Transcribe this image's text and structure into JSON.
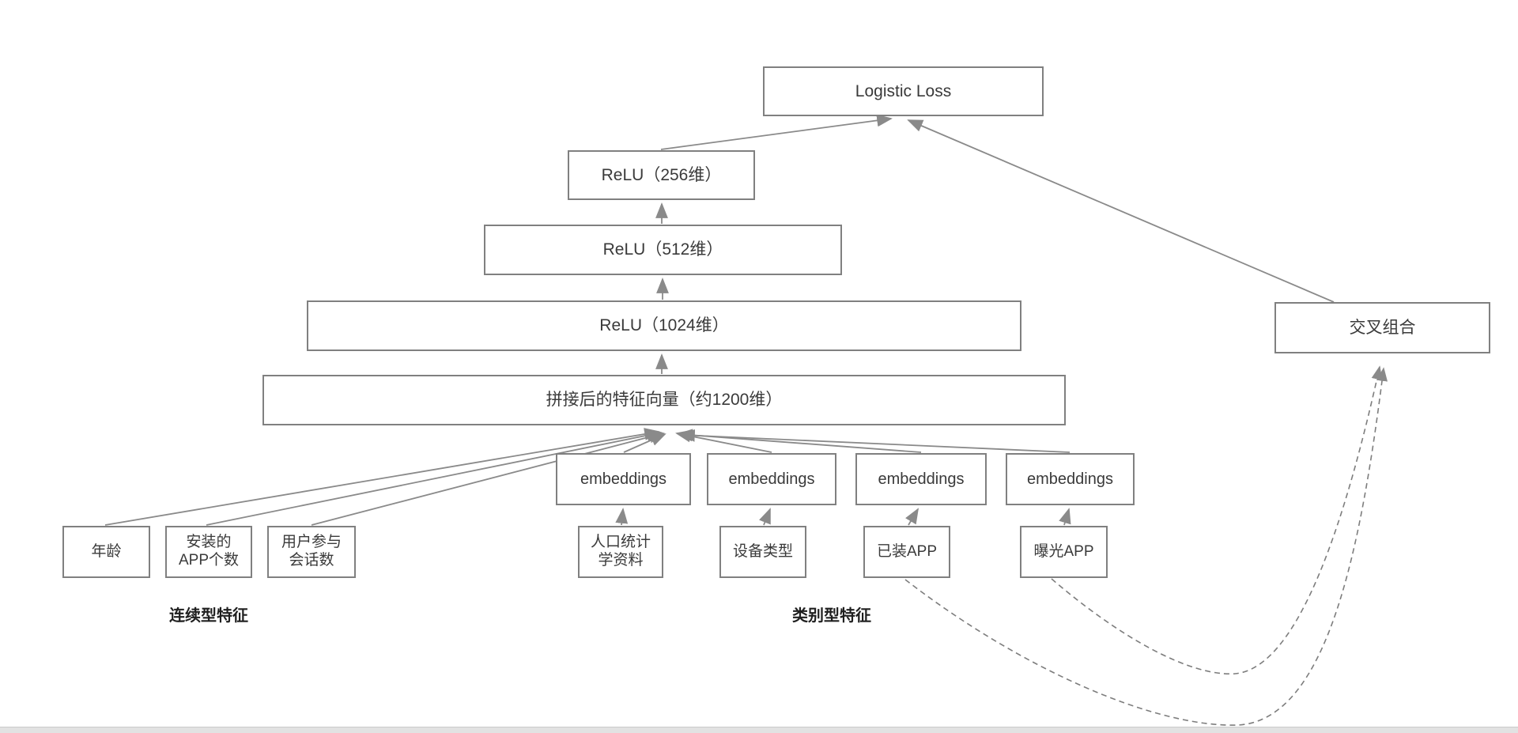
{
  "diagram": {
    "nodes": {
      "logistic_loss": "Logistic Loss",
      "relu_256": "ReLU（256维）",
      "relu_512": "ReLU（512维）",
      "relu_1024": "ReLU（1024维）",
      "concat_vector": "拼接后的特征向量（约1200维）",
      "cross_combination": "交叉组合",
      "embeddings": "embeddings",
      "age": "年龄",
      "installed_app_count": "安装的\nAPP个数",
      "user_engagement_sessions": "用户参与\n会话数",
      "demographics": "人口统计\n学资料",
      "device_type": "设备类型",
      "installed_app": "已装APP",
      "impression_app": "曝光APP"
    },
    "group_labels": {
      "continuous_features": "连续型特征",
      "categorical_features": "类别型特征"
    },
    "colors": {
      "background": "#ffffff",
      "box_border": "#808080",
      "text": "#3a3a3a",
      "solid_line": "#8a8a8a",
      "dashed_line": "#7d7d7d",
      "footer_bar": "#e2e2e2"
    }
  }
}
